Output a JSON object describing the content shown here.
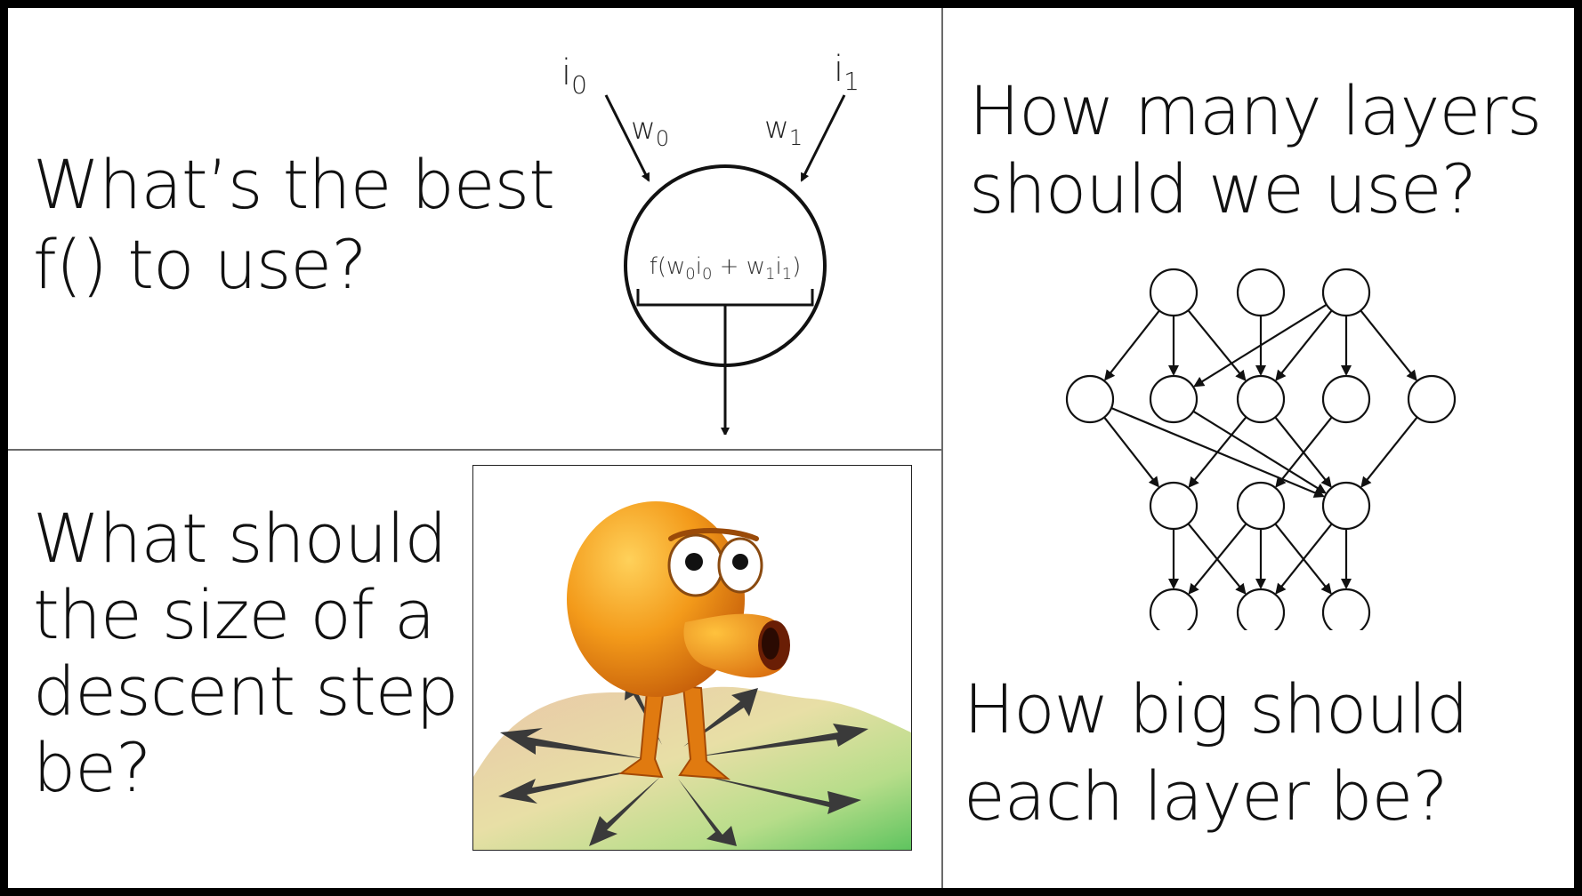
{
  "questions": {
    "activation": [
      "What’s the best",
      "f() to use?"
    ],
    "step_size": [
      "What should",
      "the size of a",
      "descent step",
      "be?"
    ],
    "layers": [
      "How many layers",
      "should we use?"
    ],
    "layer_size": [
      "How big should",
      "each layer be?"
    ]
  },
  "neuron": {
    "input_0": "i",
    "input_0_sub": "0",
    "input_1": "i",
    "input_1_sub": "1",
    "weight_0": "w",
    "weight_0_sub": "0",
    "weight_1": "w",
    "weight_1_sub": "1",
    "formula": {
      "f_open": "f(w",
      "sub_w0": "0",
      "i0": "i",
      "sub_i0": "0",
      "plus_w": " + w",
      "sub_w1": "1",
      "i1": "i",
      "sub_i1": "1",
      "close": ")"
    }
  },
  "network": {
    "layer_node_counts": [
      3,
      5,
      3,
      3
    ]
  },
  "image": {
    "description_icon": "qbert-character-icon"
  }
}
